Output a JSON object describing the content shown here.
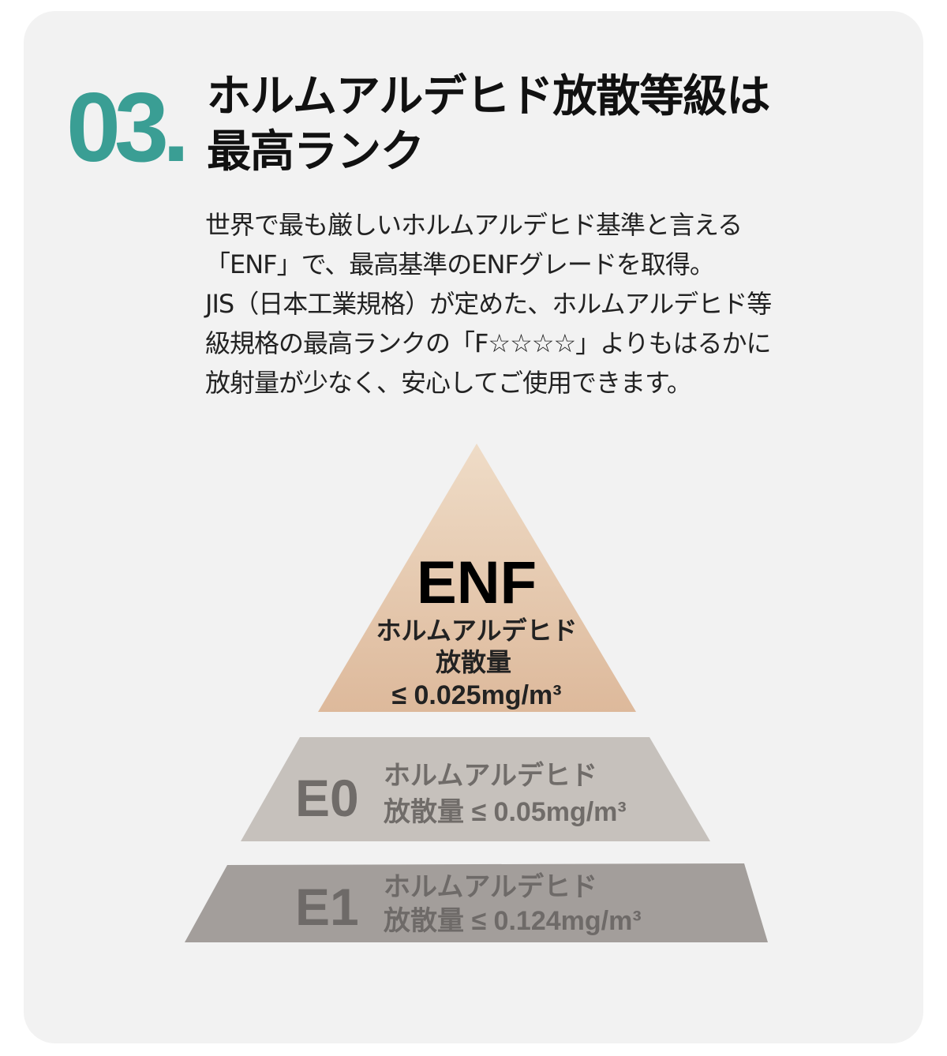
{
  "section_number": "03.",
  "title": [
    "ホルムアルデヒド放散等級は",
    "最高ランク"
  ],
  "body": [
    "世界で最も厳しいホルムアルデヒド基準と言える",
    "「ENF」で、最高基準のENFグレードを取得。",
    "JIS（日本工業規格）が定めた、ホルムアルデヒド等",
    "級規格の最高ランクの「F☆☆☆☆」よりもはるかに",
    "放射量が少なく、安心してご使用できます。"
  ],
  "pyramid": {
    "enf": {
      "grade": "ENF",
      "line1": "ホルムアルデヒド",
      "line2": "放散量",
      "line3": "≤ 0.025mg/m³",
      "color": "#e2c2a6"
    },
    "e0": {
      "grade": "E0",
      "line1": "ホルムアルデヒド",
      "line2": "放散量 ≤ 0.05mg/m³",
      "color": "#c6c1bc"
    },
    "e1": {
      "grade": "E1",
      "line1": "ホルムアルデヒド",
      "line2": "放散量 ≤ 0.124mg/m³",
      "color": "#a39e9b"
    }
  }
}
